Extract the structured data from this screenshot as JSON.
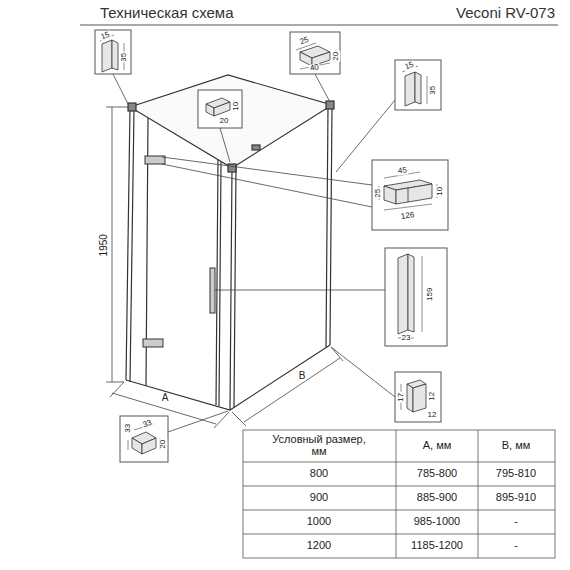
{
  "diagram": {
    "title": "Техническая схема",
    "labels": [
      "Veconi RV-073",
      "15",
      "35",
      "25",
      "40",
      "20",
      "10",
      "20",
      "15",
      "35",
      "1950",
      "45",
      "25",
      "126",
      "10",
      "159",
      "23",
      "A",
      "B",
      "17",
      "12",
      "12",
      "33",
      "33",
      "20",
      "Условный размер, мм",
      "A, мм",
      "B, мм",
      "800",
      "785-800",
      "795-810",
      "900",
      "885-900",
      "895-910",
      "1000",
      "985-1000",
      "-",
      "1200",
      "1185-1200",
      "-"
    ]
  }
}
